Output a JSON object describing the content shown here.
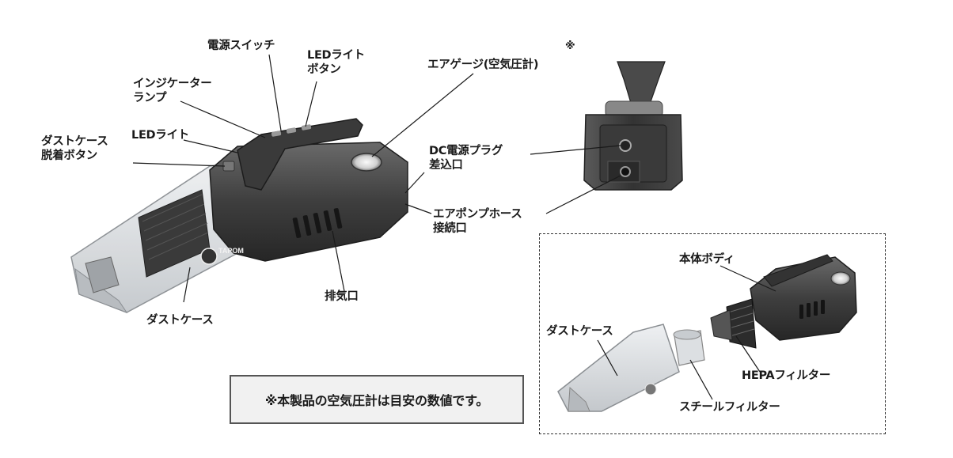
{
  "labels": {
    "power_switch": "電源スイッチ",
    "led_button_l1": "LEDライト",
    "led_button_l2": "ボタン",
    "indicator_l1": "インジケーター",
    "indicator_l2": "ランプ",
    "led_light": "LEDライト",
    "dust_release_l1": "ダストケース",
    "dust_release_l2": "脱着ボタン",
    "air_gauge": "エアゲージ(空気圧計)",
    "note_mark": "※",
    "dc_plug_l1": "DC電源プラグ",
    "dc_plug_l2": "差込口",
    "air_hose_l1": "エアポンプホース",
    "air_hose_l2": "接続口",
    "exhaust": "排気口",
    "dust_case": "ダストケース",
    "body": "本体ボディ",
    "dust_case_2": "ダストケース",
    "hepa_filter": "HEPAフィルター",
    "steel_filter": "スチールフィルター"
  },
  "logo_text": "TAPOM",
  "note": "※本製品の空気圧計は目安の数値です。",
  "colors": {
    "body_dark": "#3c3c3c",
    "body_mid": "#555555",
    "transparent_case": "#d9dde0",
    "line": "#1a1a1a"
  }
}
